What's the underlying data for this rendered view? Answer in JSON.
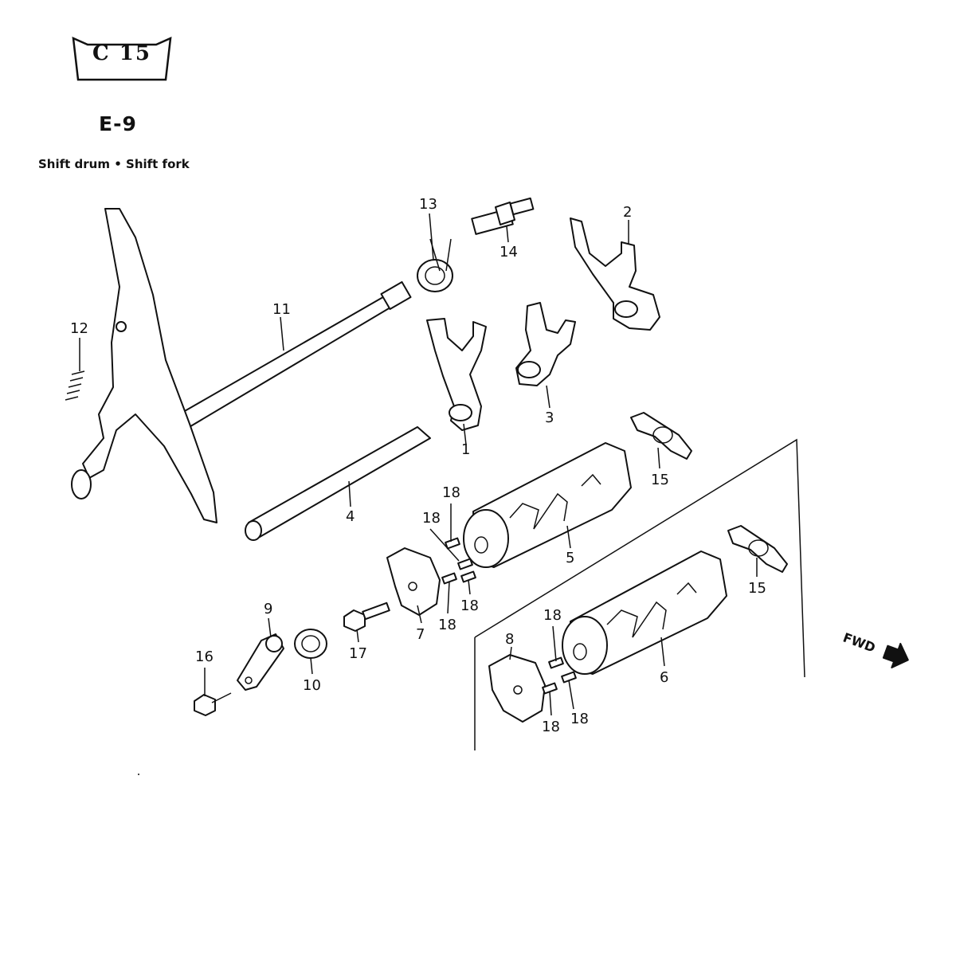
{
  "page_code": "C 15",
  "section_code": "E-9",
  "section_title": "Shift drum • Shift fork",
  "fwd_label": "FWD",
  "callouts": [
    {
      "id": "c1",
      "text": "1"
    },
    {
      "id": "c2",
      "text": "2"
    },
    {
      "id": "c3",
      "text": "3"
    },
    {
      "id": "c4",
      "text": "4"
    },
    {
      "id": "c5",
      "text": "5"
    },
    {
      "id": "c6",
      "text": "6"
    },
    {
      "id": "c7",
      "text": "7"
    },
    {
      "id": "c8",
      "text": "8"
    },
    {
      "id": "c9",
      "text": "9"
    },
    {
      "id": "c10",
      "text": "10"
    },
    {
      "id": "c11",
      "text": "11"
    },
    {
      "id": "c12",
      "text": "12"
    },
    {
      "id": "c13",
      "text": "13"
    },
    {
      "id": "c14",
      "text": "14"
    },
    {
      "id": "c15a",
      "text": "15"
    },
    {
      "id": "c15b",
      "text": "15"
    },
    {
      "id": "c16",
      "text": "16"
    },
    {
      "id": "c17",
      "text": "17"
    },
    {
      "id": "c18a",
      "text": "18"
    },
    {
      "id": "c18b",
      "text": "18"
    },
    {
      "id": "c18c",
      "text": "18"
    },
    {
      "id": "c18d",
      "text": "18"
    },
    {
      "id": "c18e",
      "text": "18"
    },
    {
      "id": "c18f",
      "text": "18"
    },
    {
      "id": "c18g",
      "text": "18"
    }
  ]
}
